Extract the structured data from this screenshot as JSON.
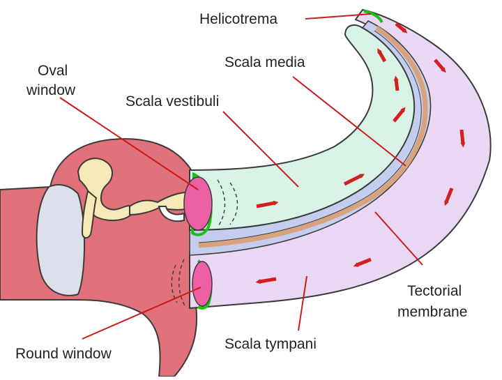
{
  "labels": {
    "helicotrema": "Helicotrema",
    "scala_media": "Scala media",
    "oval_window_line1": "Oval",
    "oval_window_line2": "window",
    "scala_vestibuli": "Scala vestibuli",
    "tectorial_membrane_line1": "Tectorial",
    "tectorial_membrane_line2": "membrane",
    "round_window": "Round window",
    "scala_tympani": "Scala tympani"
  },
  "colors": {
    "middle_ear": "#e0717a",
    "middle_ear_outline": "#3a3a3a",
    "ossicles": "#f5e9b8",
    "eardrum": "#dde0ea",
    "scala_vestibuli": "#d8f2e6",
    "scala_media_band": "#c4cdee",
    "scala_tympani": "#ead7f3",
    "tectorial_membrane": "#d7a27c",
    "window_membrane": "#ec5fa3",
    "window_rim": "#19c219",
    "flow_arrow": "#d21f1f",
    "leader_line": "#cc1a1a"
  },
  "icons": {
    "flow_arrows": "arrow-icon"
  }
}
